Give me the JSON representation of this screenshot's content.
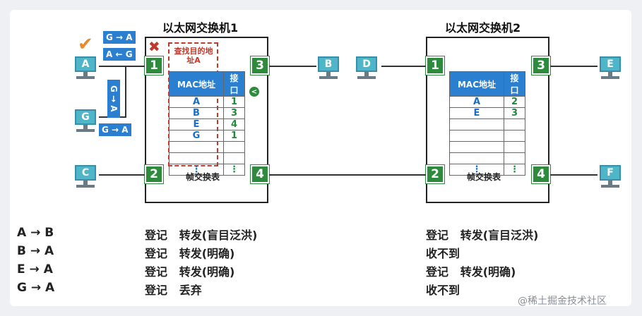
{
  "switch1": {
    "title": "以太网交换机1",
    "table_caption": "帧交换表",
    "lookup_note": "查找目的地址A",
    "headers": {
      "mac": "MAC地址",
      "port": "接口"
    },
    "rows": [
      {
        "mac": "A",
        "port": "1"
      },
      {
        "mac": "B",
        "port": "3"
      },
      {
        "mac": "E",
        "port": "4"
      },
      {
        "mac": "G",
        "port": "1"
      },
      {
        "mac": "",
        "port": ""
      },
      {
        "mac": "",
        "port": ""
      },
      {
        "mac": "⋮",
        "port": "⋮"
      }
    ],
    "ports": {
      "p1": "1",
      "p2": "2",
      "p3": "3",
      "p4": "4"
    }
  },
  "switch2": {
    "title": "以太网交换机2",
    "table_caption": "帧交换表",
    "headers": {
      "mac": "MAC地址",
      "port": "接口"
    },
    "rows": [
      {
        "mac": "A",
        "port": "2"
      },
      {
        "mac": "E",
        "port": "3"
      },
      {
        "mac": "",
        "port": ""
      },
      {
        "mac": "",
        "port": ""
      },
      {
        "mac": "",
        "port": ""
      },
      {
        "mac": "",
        "port": ""
      },
      {
        "mac": "⋮",
        "port": "⋮"
      }
    ],
    "ports": {
      "p1": "1",
      "p2": "2",
      "p3": "3",
      "p4": "4"
    }
  },
  "hosts": {
    "A": "A",
    "B": "B",
    "C": "C",
    "D": "D",
    "E": "E",
    "F": "F",
    "G": "G"
  },
  "frames": {
    "f1": "G → A",
    "f2": "A ← G",
    "f3": "G → A",
    "f4": "G → A"
  },
  "events": [
    {
      "label": "A → B",
      "sw1": "登记   转发(盲目泛洪)",
      "sw2": "登记   转发(盲目泛洪)"
    },
    {
      "label": "B → A",
      "sw1": "登记   转发(明确)",
      "sw2": "收不到"
    },
    {
      "label": "E → A",
      "sw1": "登记   转发(明确)",
      "sw2": "登记   转发(明确)"
    },
    {
      "label": "G → A",
      "sw1": "登记   丢弃",
      "sw2": "收不到"
    }
  ],
  "watermark": "@稀土掘金技术社区",
  "colors": {
    "port_green": "#2e8b3e",
    "header_blue": "#2a7fd0",
    "host_teal": "#4fb6c9",
    "discard_red": "#c0392b",
    "check_orange": "#e8892b"
  }
}
